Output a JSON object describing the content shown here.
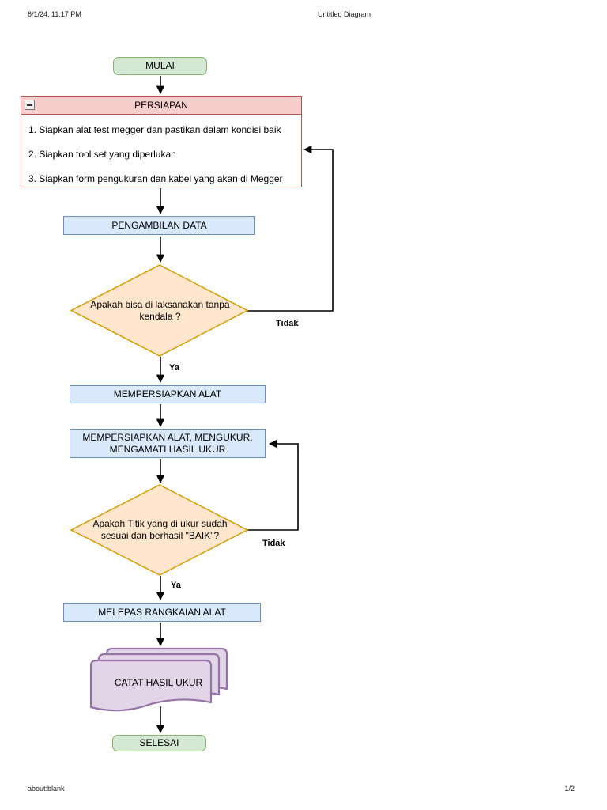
{
  "page_header": {
    "timestamp": "6/1/24, 11.17 PM",
    "title": "Untitled Diagram"
  },
  "page_footer": {
    "source": "about:blank",
    "page_number": "1/2"
  },
  "flowchart": {
    "start": {
      "label": "MULAI"
    },
    "persiapan": {
      "title": "PERSIAPAN",
      "collapse_icon": "minus-icon",
      "items": [
        "1. Siapkan alat test megger dan pastikan dalam kondisi baik",
        "2. Siapkan tool set yang diperlukan",
        "3. Siapkan form pengukuran dan kabel yang akan di Megger"
      ]
    },
    "pengambilan_data": {
      "label": "PENGAMBILAN DATA"
    },
    "decision_kendala": {
      "label": "Apakah bisa di laksanakan tanpa kendala ?",
      "yes_label": "Ya",
      "no_label": "Tidak"
    },
    "mempersiapkan_alat": {
      "label": "MEMPERSIAPKAN ALAT"
    },
    "mengukur": {
      "label": "MEMPERSIAPKAN ALAT, MENGUKUR, MENGAMATI HASIL UKUR"
    },
    "decision_baik": {
      "label": "Apakah Titik yang di ukur sudah sesuai dan berhasil \"BAIK\"?",
      "yes_label": "Ya",
      "no_label": "Tidak"
    },
    "melepas": {
      "label": "MELEPAS RANGKAIAN ALAT"
    },
    "catat": {
      "label": "CATAT HASIL UKUR"
    },
    "end": {
      "label": "SELESAI"
    },
    "colors": {
      "terminator_fill": "#d5e8d4",
      "terminator_stroke": "#82b366",
      "process_fill": "#dae8fc",
      "process_stroke": "#6c8ebf",
      "container_header_fill": "#f8cecc",
      "container_stroke": "#b85450",
      "decision_fill": "#ffe6cc",
      "decision_stroke": "#d79b00",
      "document_fill": "#e1d5e7",
      "document_stroke": "#9673a6",
      "connector": "#000000"
    }
  }
}
